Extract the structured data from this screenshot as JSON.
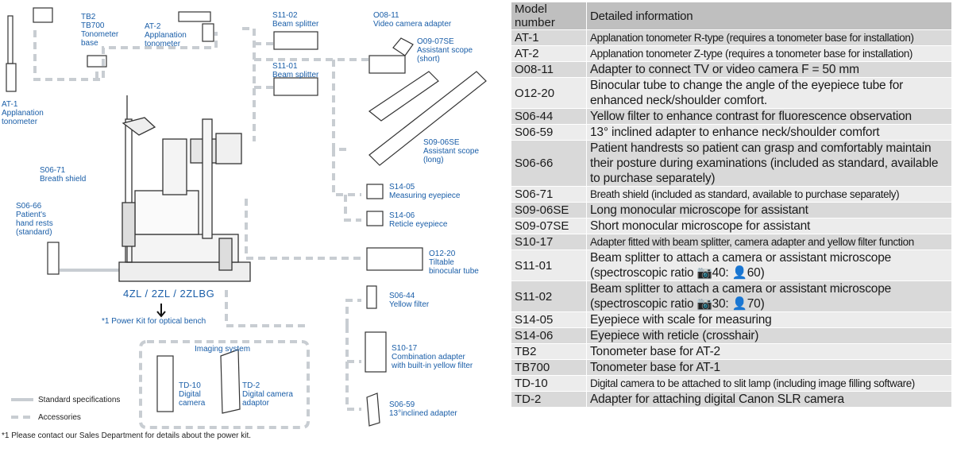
{
  "diagram": {
    "labels": {
      "at1": "AT-1\nApplanation\ntonometer",
      "tb2": "TB2\nTB700\nTonometer\nbase",
      "at2": "AT-2\nApplanation\ntonometer",
      "s1102": "S11-02\nBeam splitter",
      "s1101": "S11-01\nBeam splitter",
      "o0811": "O08-11\nVideo camera adapter",
      "s0907": "O09-07SE\nAssistant scope\n(short)",
      "s0906": "S09-06SE\nAssistant scope\n(long)",
      "s0671": "S06-71\nBreath shield",
      "s0666": "S06-66\nPatient's\nhand rests\n(standard)",
      "s1405": "S14-05\nMeasuring eyepiece",
      "s1406": "S14-06\nReticle eyepiece",
      "o1220": "O12-20\nTiltable\nbinocular tube",
      "s0644": "S06-44\nYellow filter",
      "s1017": "S10-17\nCombination adapter\nwith built-in yellow filter",
      "s0659": "S06-59\n13°inclined adapter",
      "td10": "TD-10\nDigital\ncamera",
      "td2": "TD-2\nDigital camera\nadaptor"
    },
    "model_title": "4ZL / 2ZL / 2ZLBG",
    "power_note": "*1 Power Kit for optical bench",
    "imaging_title": "Imaging system",
    "legend_standard": "Standard specifications",
    "legend_accessories": "Accessories",
    "footnote": "*1 Please contact our Sales Department for details about the power kit."
  },
  "table": {
    "header": [
      "Model number",
      "Detailed information"
    ],
    "rows": [
      {
        "model": "AT-1",
        "info": "Applanation tonometer R-type (requires a tonometer base for installation)"
      },
      {
        "model": "AT-2",
        "info": "Applanation tonometer Z-type (requires a tonometer base for installation)"
      },
      {
        "model": "O08-11",
        "info": "Adapter to connect TV or video camera  F = 50 mm"
      },
      {
        "model": "O12-20",
        "info": "Binocular tube to change the angle of the eyepiece tube for enhanced neck/shoulder comfort."
      },
      {
        "model": "S06-44",
        "info": "Yellow filter to enhance contrast for fluorescence observation"
      },
      {
        "model": "S06-59",
        "info": "13° inclined adapter to enhance neck/shoulder comfort"
      },
      {
        "model": "S06-66",
        "info": "Patient handrests so patient can grasp and comfortably maintain their posture during examinations (included as standard, available to purchase separately)"
      },
      {
        "model": "S06-71",
        "info": "Breath shield (included as standard, available to purchase separately)"
      },
      {
        "model": "S09-06SE",
        "info": "Long monocular microscope for assistant"
      },
      {
        "model": "S09-07SE",
        "info": "Short monocular microscope for assistant"
      },
      {
        "model": "S10-17",
        "info": "Adapter fitted with beam splitter, camera adapter and yellow filter function"
      },
      {
        "model": "S11-01",
        "info": "Beam splitter to attach a camera or assistant microscope (spectroscopic ratio 📷40: 👤60)"
      },
      {
        "model": "S11-02",
        "info": "Beam splitter to attach a camera or assistant microscope (spectroscopic ratio 📷30: 👤70)"
      },
      {
        "model": "S14-05",
        "info": "Eyepiece with scale for measuring"
      },
      {
        "model": "S14-06",
        "info": "Eyepiece with reticle (crosshair)"
      },
      {
        "model": "TB2",
        "info": "Tonometer base for AT-2"
      },
      {
        "model": "TB700",
        "info": "Tonometer base for AT-1"
      },
      {
        "model": "TD-10",
        "info": "Digital camera to be attached to slit lamp (including image filling software)"
      },
      {
        "model": "TD-2",
        "info": "Adapter for attaching digital Canon SLR camera"
      }
    ]
  },
  "colors": {
    "accent": "#1a5ea8",
    "line": "#c8cdd2",
    "header_bg": "#bfbfbf",
    "row_dark": "#d9d9d9",
    "row_light": "#ececec"
  }
}
